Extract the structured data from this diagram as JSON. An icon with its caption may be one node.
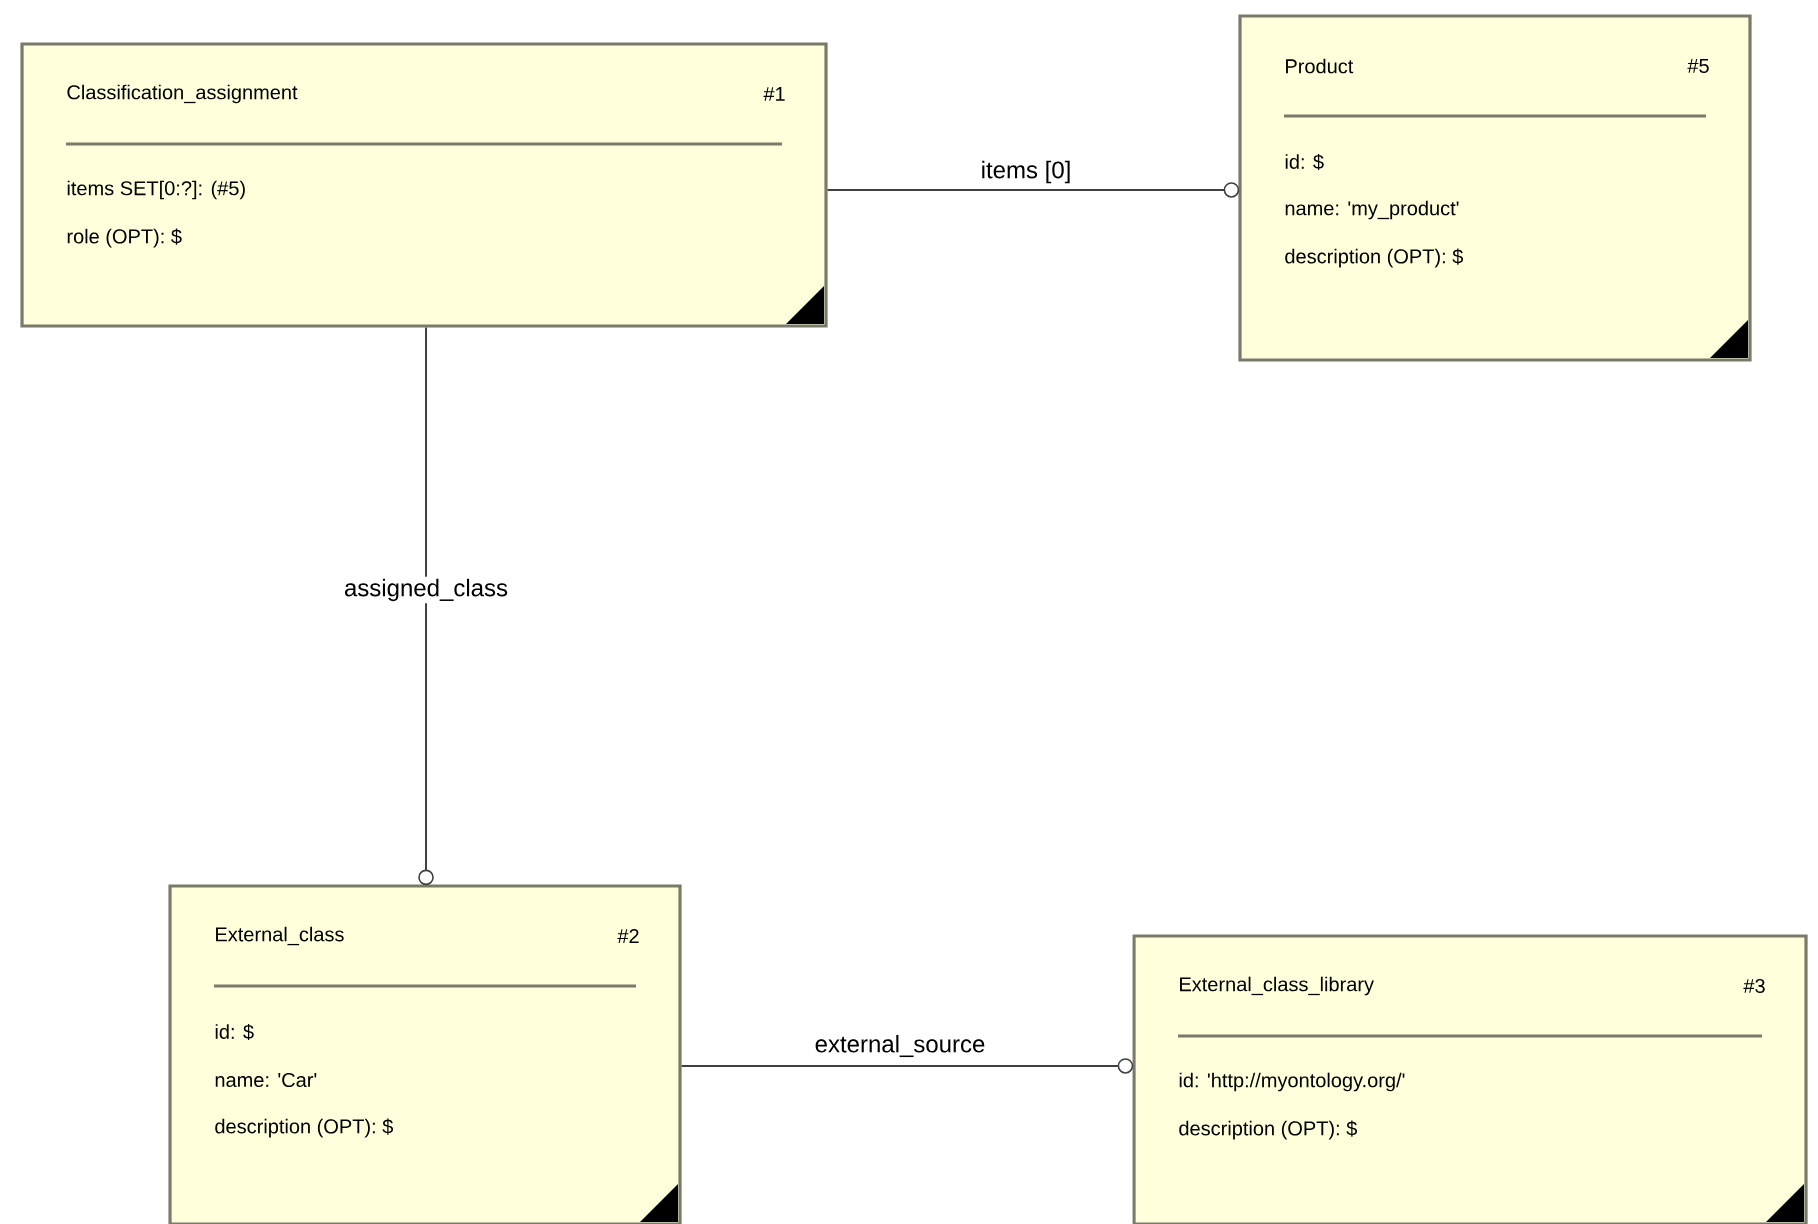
{
  "diagram": {
    "nodes": [
      {
        "text": [
          "Classification_assignment",
          "#1",
          "items SET[0:?]: (#5)",
          "role (OPT): $"
        ]
      },
      {
        "text": [
          "External_class",
          "#2",
          "id: $",
          "name: 'Car'",
          "description (OPT): $"
        ]
      },
      {
        "text": [
          "External_class_library",
          "#3",
          "id: 'http://myontology.org/'",
          "description (OPT): $"
        ]
      },
      {
        "text": [
          "Product",
          "#5",
          "id: $",
          "name: 'my_product'",
          "description (OPT): $"
        ]
      }
    ],
    "edges": [
      {
        "from": 0,
        "to": 3,
        "arrow": "other",
        "label": "items [0]"
      },
      {
        "from": 0,
        "to": 1,
        "arrow": "other",
        "label": "assigned_class"
      },
      {
        "from": 1,
        "to": 2,
        "arrow": "other",
        "label": "external_source"
      }
    ]
  }
}
